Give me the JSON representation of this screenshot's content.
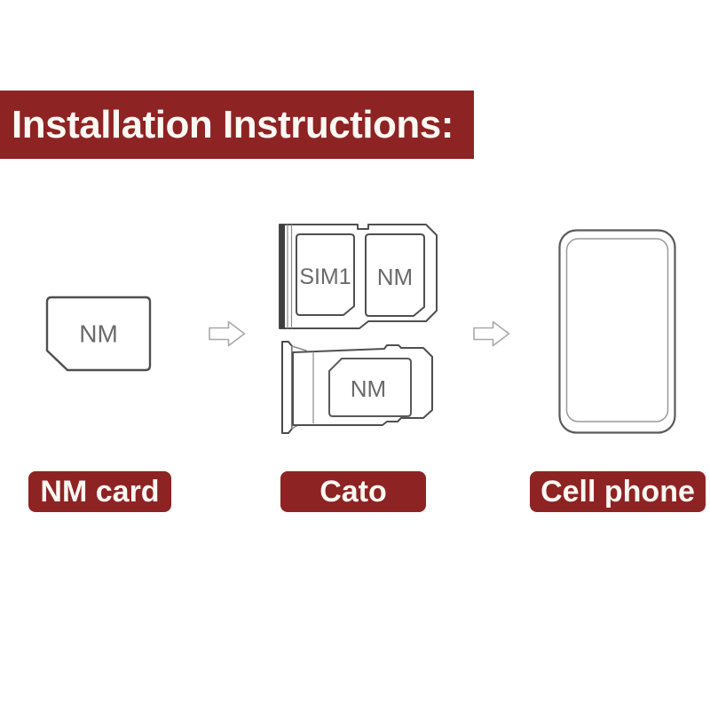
{
  "banner": {
    "text": "Installation Instructions:"
  },
  "flow": {
    "nm_card": {
      "text": "NM"
    },
    "arrow1": {
      "icon": "right-arrow"
    },
    "tray_top": {
      "slot_left": "SIM1",
      "slot_right": "NM"
    },
    "tray_bottom": {
      "card": "NM"
    },
    "arrow2": {
      "icon": "right-arrow"
    }
  },
  "captions": {
    "nm_card": "NM card",
    "cato": "Cato",
    "cell_phone": "Cell phone"
  },
  "colors": {
    "accent_red": "#8e2323",
    "banner_text": "#fdf8f3",
    "outline_dark": "#4f4f4f",
    "outline_light": "#8a8a8a",
    "diagram_text_gray": "#6a6a6a",
    "arrow_gray": "#a8a8a8",
    "background": "#ffffff"
  }
}
